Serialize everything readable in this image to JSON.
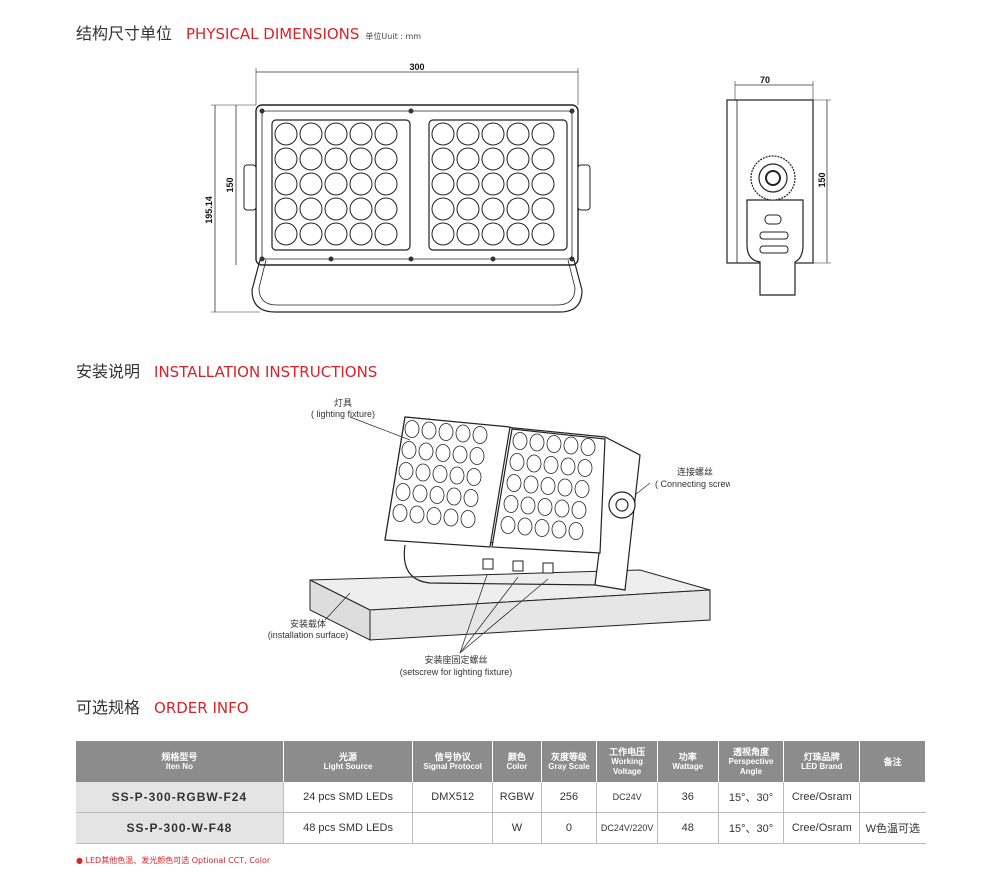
{
  "sections": {
    "dimensions": {
      "title_cn": "结构尺寸单位",
      "title_en": "PHYSICAL DIMENSIONS",
      "unit": "单位Uuit : mm"
    },
    "installation": {
      "title_cn": "安装说明",
      "title_en": "INSTALLATION INSTRUCTIONS"
    },
    "order": {
      "title_cn": "可选规格",
      "title_en": "ORDER INFO"
    }
  },
  "dimensions": {
    "width": "300",
    "height_inner": "150",
    "height_total": "195.14",
    "depth": "70",
    "side_height": "150"
  },
  "install_labels": {
    "fixture_cn": "灯具",
    "fixture_en": "( lighting fixture)",
    "screw_cn": "连接螺丝",
    "screw_en": "( Connecting screw)",
    "surface_cn": "安装载体",
    "surface_en": "(installation surface)",
    "setscrew_cn": "安装座固定螺丝",
    "setscrew_en": "(setscrew for lighting fixture)"
  },
  "table": {
    "headers": [
      {
        "cn": "规格型号",
        "en": "Iten No"
      },
      {
        "cn": "光源",
        "en": "Light Source"
      },
      {
        "cn": "信号协议",
        "en": "Signal Protocol"
      },
      {
        "cn": "颜色",
        "en": "Color"
      },
      {
        "cn": "灰度等级",
        "en": "Gray Scale"
      },
      {
        "cn": "工作电压",
        "en": "Working Voltage"
      },
      {
        "cn": "功率",
        "en": "Wattage"
      },
      {
        "cn": "透视角度",
        "en": "Perspective Angle"
      },
      {
        "cn": "灯珠品牌",
        "en": "LED Brand"
      },
      {
        "cn": "备注",
        "en": ""
      }
    ],
    "rows": [
      [
        "SS-P-300-RGBW-F24",
        "24 pcs SMD LEDs",
        "DMX512",
        "RGBW",
        "256",
        "DC24V",
        "36",
        "15°、30°",
        "Cree/Osram",
        ""
      ],
      [
        "SS-P-300-W-F48",
        "48 pcs SMD LEDs",
        "",
        "W",
        "0",
        "DC24V/220V",
        "48",
        "15°、30°",
        "Cree/Osram",
        "W色温可选"
      ]
    ]
  },
  "note": "● LED其他色温、发光颜色可选 Optional CCT, Color",
  "colors": {
    "accent": "#d8232a",
    "header_bg": "#8c8c8c",
    "model_bg": "#e4e4e4"
  }
}
